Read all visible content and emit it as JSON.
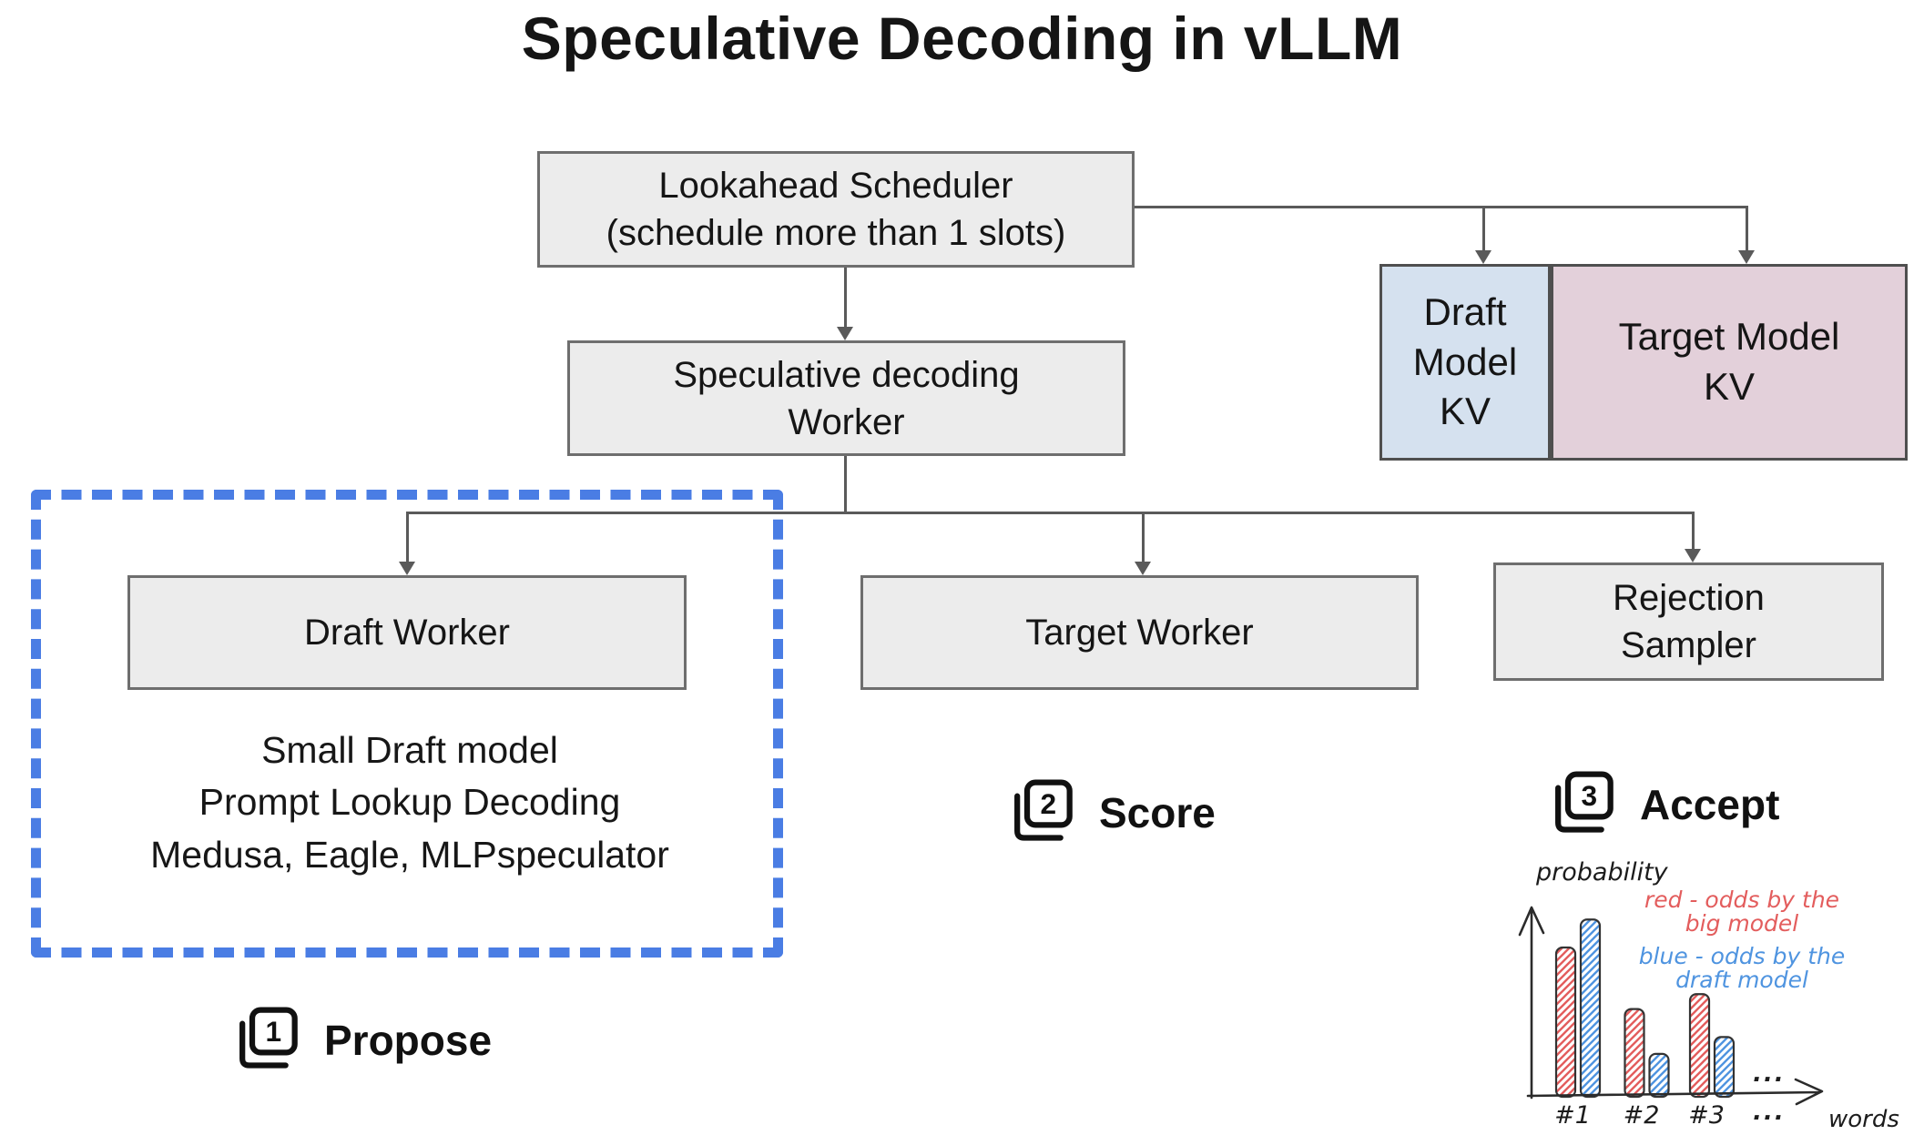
{
  "title": "Speculative Decoding in vLLM",
  "nodes": {
    "scheduler": {
      "label": "Lookahead Scheduler\n(schedule more than 1 slots)"
    },
    "spec_worker": {
      "label": "Speculative decoding\nWorker"
    },
    "draft_worker": {
      "label": "Draft Worker"
    },
    "target_worker": {
      "label": "Target Worker"
    },
    "rejection_sampler": {
      "label": "Rejection\nSampler"
    },
    "draft_model_kv": {
      "label": "Draft\nModel\nKV"
    },
    "target_model_kv": {
      "label": "Target Model\nKV"
    }
  },
  "draft_methods": {
    "text": "Small Draft model\nPrompt Lookup Decoding\nMedusa, Eagle, MLPspeculator"
  },
  "steps": [
    {
      "num": "1",
      "label": "Propose"
    },
    {
      "num": "2",
      "label": "Score"
    },
    {
      "num": "3",
      "label": "Accept"
    }
  ],
  "colors": {
    "node_fill": "#ececec",
    "node_border": "#6e6e6e",
    "draft_kv_fill": "#d5e1ef",
    "target_kv_fill": "#e3d0da",
    "dashed_outline": "#4a7de4",
    "connector": "#5a5a5a",
    "chart_red": "#e35d5d",
    "chart_blue": "#4f94e0"
  },
  "chart_data": {
    "type": "bar",
    "title": "",
    "ylabel": "probability",
    "xlabel": "words",
    "categories": [
      "#1",
      "#2",
      "#3"
    ],
    "series": [
      {
        "name": "red - odds by the big model",
        "legend_lines": [
          "red - odds by the",
          "big model"
        ],
        "color": "#e35d5d",
        "hatch": true,
        "values": [
          0.8,
          0.47,
          0.55
        ]
      },
      {
        "name": "blue - odds by the draft model",
        "legend_lines": [
          "blue - odds by the",
          "draft model"
        ],
        "color": "#4f94e0",
        "hatch": true,
        "values": [
          0.95,
          0.23,
          0.32
        ]
      }
    ],
    "ylim": [
      0,
      1
    ],
    "ellipsis": "...",
    "grid": false,
    "legend_position": "top-right",
    "style": "hand-drawn axes with open arrowheads, rounded hatched bars"
  }
}
